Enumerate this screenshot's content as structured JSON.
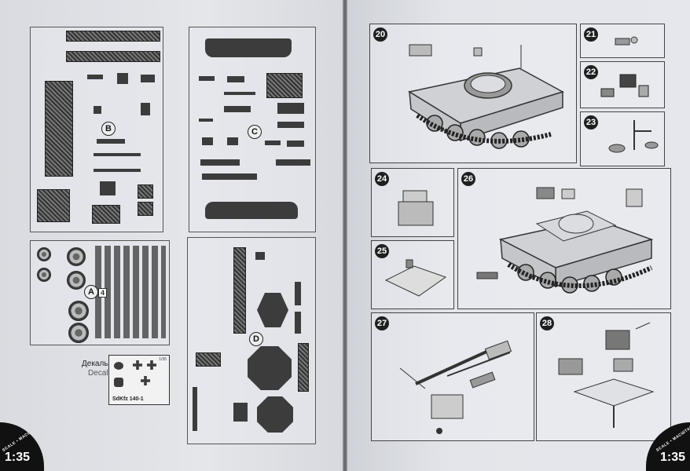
{
  "left_page": {
    "sprue_b": {
      "letter": "B"
    },
    "sprue_c": {
      "letter": "C"
    },
    "sprue_a": {
      "letter": "A",
      "count": "4"
    },
    "sprue_d": {
      "letter": "D"
    },
    "decal": {
      "label_ru": "Декаль",
      "label_en": "Decal",
      "model_name": "SdKfz 140-1",
      "scale_note": "1/35"
    },
    "scale_badge": {
      "text": "SCALE • МАСШТАБ",
      "value": "1:35"
    }
  },
  "right_page": {
    "steps": [
      {
        "number": "20"
      },
      {
        "number": "21"
      },
      {
        "number": "22"
      },
      {
        "number": "23"
      },
      {
        "number": "24"
      },
      {
        "number": "26"
      },
      {
        "number": "25"
      },
      {
        "number": "27"
      },
      {
        "number": "28"
      }
    ],
    "scale_badge": {
      "text": "SCALE • МАСШТАБ",
      "value": "1:35"
    }
  }
}
